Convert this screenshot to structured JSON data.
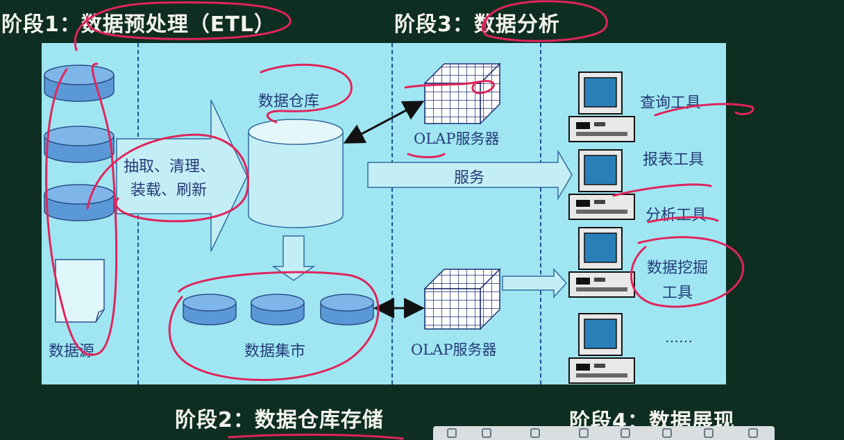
{
  "stages": {
    "stage1": "阶段1：数据预处理（ETL）",
    "stage2": "阶段2：数据仓库存储",
    "stage3": "阶段3：数据分析",
    "stage4": "阶段4：数据展现"
  },
  "diagram": {
    "data_source": "数据源",
    "etl_process": [
      "抽取、清理、",
      "装载、刷新"
    ],
    "data_warehouse": "数据仓库",
    "data_mart": "数据集市",
    "olap_server_top": "OLAP服务器",
    "olap_server_bottom": "OLAP服务器",
    "service": "服务",
    "tools": {
      "query": "查询工具",
      "report": "报表工具",
      "analysis": "分析工具",
      "mining": [
        "数据挖掘",
        "工具"
      ],
      "more": "……"
    }
  },
  "colors": {
    "background": "#0f2e22",
    "panel": "#9fe6f2",
    "ink": "#e0245a",
    "label": "#243a78"
  }
}
